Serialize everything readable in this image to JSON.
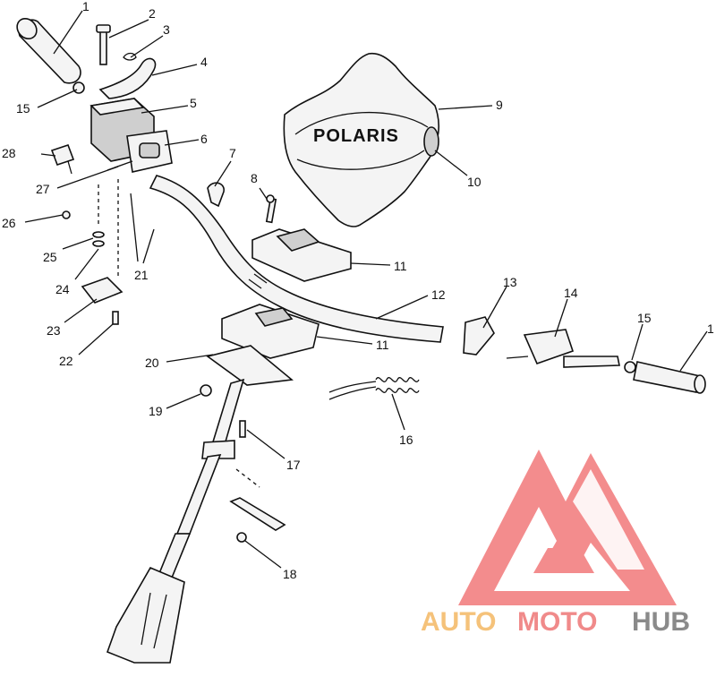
{
  "callouts": [
    {
      "id": "c1a",
      "text": "1"
    },
    {
      "id": "c2",
      "text": "2"
    },
    {
      "id": "c3",
      "text": "3"
    },
    {
      "id": "c4",
      "text": "4"
    },
    {
      "id": "c15a",
      "text": "15"
    },
    {
      "id": "c5",
      "text": "5"
    },
    {
      "id": "c28",
      "text": "28"
    },
    {
      "id": "c6",
      "text": "6"
    },
    {
      "id": "c7",
      "text": "7"
    },
    {
      "id": "c27",
      "text": "27"
    },
    {
      "id": "c8",
      "text": "8"
    },
    {
      "id": "c26",
      "text": "26"
    },
    {
      "id": "c9",
      "text": "9"
    },
    {
      "id": "c10",
      "text": "10"
    },
    {
      "id": "c25",
      "text": "25"
    },
    {
      "id": "c21",
      "text": "21"
    },
    {
      "id": "c11a",
      "text": "11"
    },
    {
      "id": "c24",
      "text": "24"
    },
    {
      "id": "c12",
      "text": "12"
    },
    {
      "id": "c13",
      "text": "13"
    },
    {
      "id": "c14",
      "text": "14"
    },
    {
      "id": "c23",
      "text": "23"
    },
    {
      "id": "c15b",
      "text": "15"
    },
    {
      "id": "c1b",
      "text": "1"
    },
    {
      "id": "c11b",
      "text": "11"
    },
    {
      "id": "c22",
      "text": "22"
    },
    {
      "id": "c20",
      "text": "20"
    },
    {
      "id": "c19",
      "text": "19"
    },
    {
      "id": "c16",
      "text": "16"
    },
    {
      "id": "c17",
      "text": "17"
    },
    {
      "id": "c18",
      "text": "18"
    }
  ],
  "pad_brand": "POLARIS",
  "watermark": {
    "parts": [
      "AUTO",
      "MOTO",
      "HUB"
    ],
    "colors": [
      "#f5c27a",
      "#f08a8a",
      "#8a8a8a"
    ],
    "logo_color": "#f2787a"
  }
}
